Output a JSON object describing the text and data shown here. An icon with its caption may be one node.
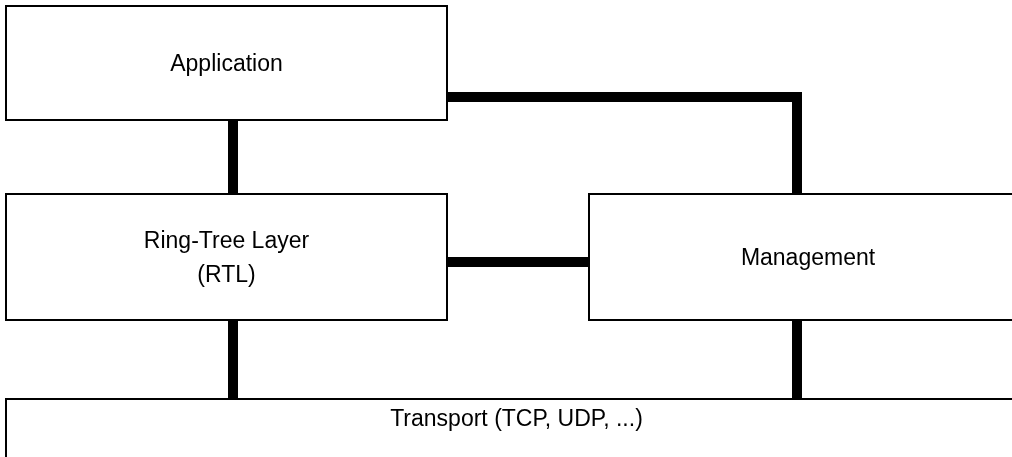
{
  "diagram": {
    "nodes": [
      {
        "text": [
          "Application"
        ]
      },
      {
        "text": [
          "Ring-Tree Layer (RTL)"
        ]
      },
      {
        "text": [
          "Management"
        ]
      },
      {
        "text": [
          "Transport (TCP, UDP, ...)"
        ]
      }
    ],
    "edges": [
      {
        "from": 0,
        "to": 1,
        "arrow": "none"
      },
      {
        "from": 0,
        "to": 2,
        "arrow": "none"
      },
      {
        "from": 1,
        "to": 2,
        "arrow": "none"
      },
      {
        "from": 1,
        "to": 3,
        "arrow": "none"
      },
      {
        "from": 2,
        "to": 3,
        "arrow": "none"
      }
    ]
  }
}
